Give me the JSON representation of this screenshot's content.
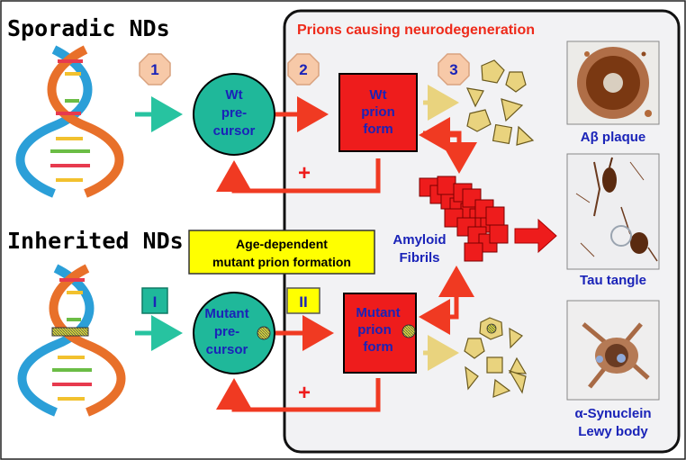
{
  "headings": {
    "sporadic": "Sporadic NDs",
    "inherited": "Inherited NDs",
    "prion_box": "Prions causing neurodegeneration"
  },
  "steps": {
    "s1": "1",
    "s2": "2",
    "s3": "3",
    "sI": "I",
    "sII": "II"
  },
  "nodes": {
    "wt_precursor": [
      "Wt",
      "pre-",
      "cursor"
    ],
    "wt_prion": [
      "Wt",
      "prion",
      "form"
    ],
    "mutant_precursor": [
      "Mutant",
      "pre-",
      "cursor"
    ],
    "mutant_prion": [
      "Mutant",
      "prion",
      "form"
    ],
    "amyloid": [
      "Amyloid",
      "Fibrils"
    ],
    "age_dependent": [
      "Age-dependent",
      "mutant prion formation"
    ],
    "plus": "+"
  },
  "panels": {
    "abeta": "Aβ plaque",
    "tau": "Tau tangle",
    "synuclein": [
      "α-Synuclein",
      "Lewy body"
    ]
  },
  "colors": {
    "prion_red": "#ee1c1c",
    "arrow_red": "#f03a22",
    "precursor_teal": "#1fb89a",
    "teal_arrow": "#27c3a0",
    "shape_yellow": "#e9d37e",
    "step_orange": "#f7c9a8",
    "label_blue": "#1a23b8",
    "title_red": "#ee2a1a",
    "yellow_box": "#ffff00",
    "panel_bg": "#f2f2f4"
  }
}
